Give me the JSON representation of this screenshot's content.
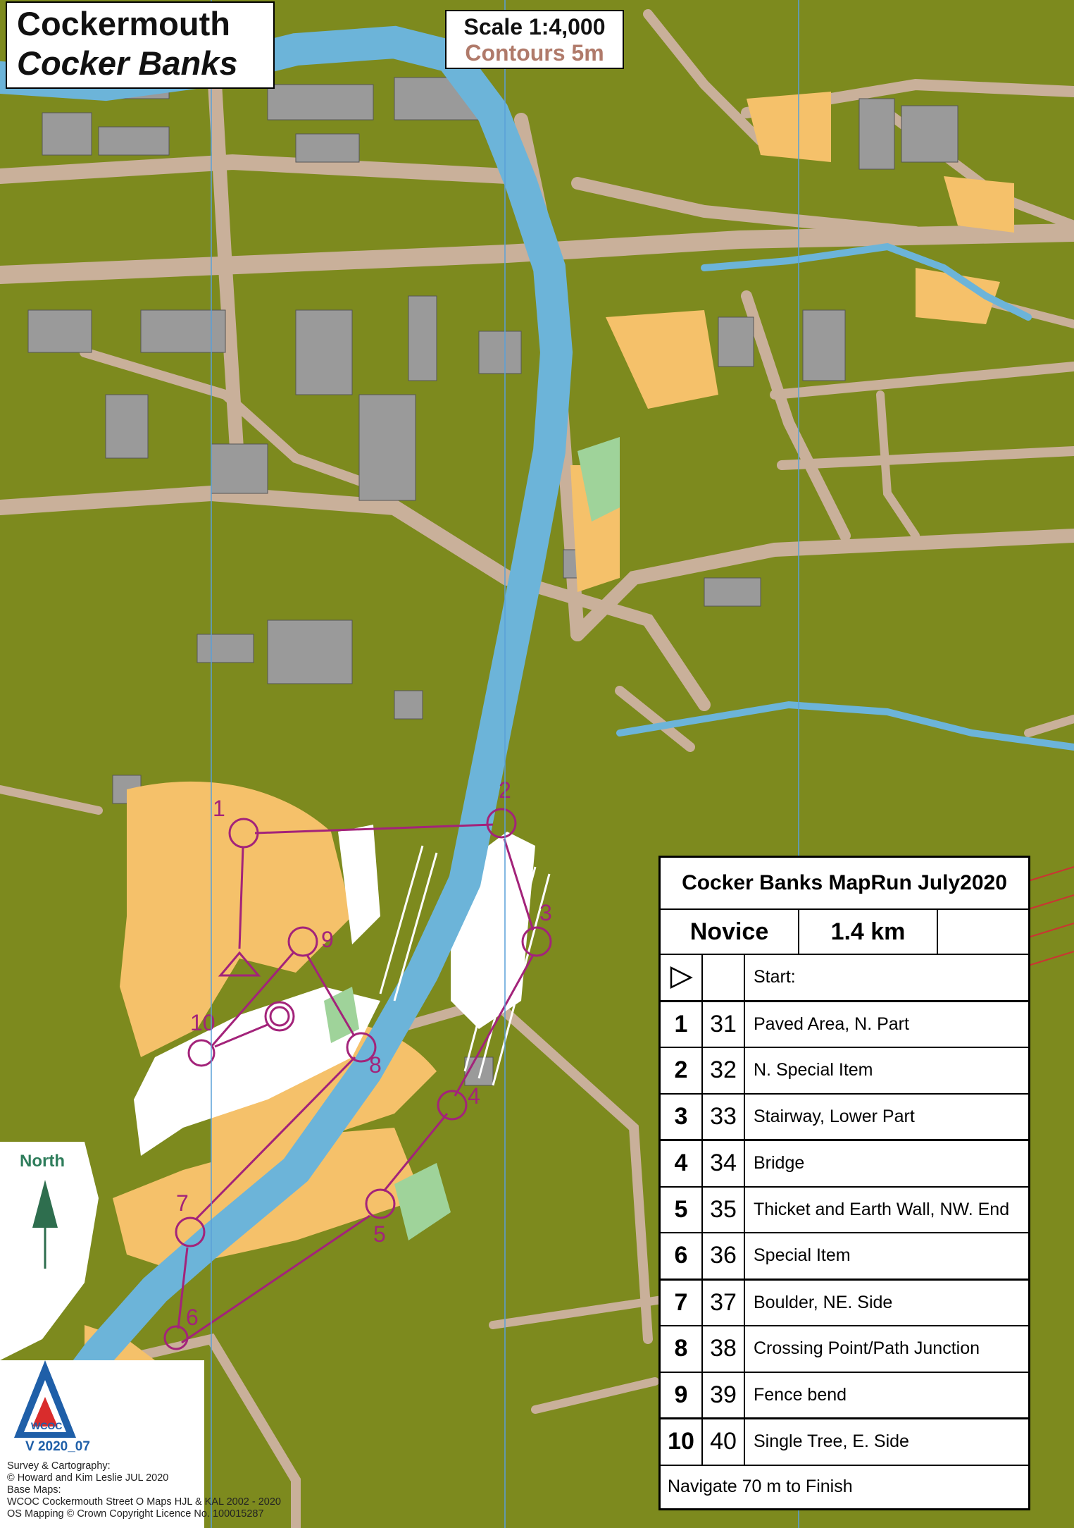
{
  "title": {
    "line1": "Cockermouth",
    "line2": "Cocker Banks"
  },
  "scale": {
    "scale_label": "Scale 1:4,000",
    "contours_label": "Contours 5m"
  },
  "north_label": "North",
  "club": {
    "logo_text": "WCOC",
    "version": "V 2020_07"
  },
  "credits": [
    "Survey & Cartography:",
    "© Howard and Kim Leslie JUL 2020",
    "Base Maps:",
    "WCOC Cockermouth Street O Maps HJL & KAL 2002 - 2020",
    "OS Mapping © Crown Copyright Licence No. 100015287"
  ],
  "course": {
    "event": "Cocker Banks MapRun July2020",
    "name": "Novice",
    "length": "1.4 km",
    "start_label": "Start:",
    "controls": [
      {
        "n": "1",
        "code": "31",
        "desc": "Paved Area, N. Part"
      },
      {
        "n": "2",
        "code": "32",
        "desc": "N. Special Item"
      },
      {
        "n": "3",
        "code": "33",
        "desc": "Stairway, Lower Part"
      },
      {
        "n": "4",
        "code": "34",
        "desc": "Bridge"
      },
      {
        "n": "5",
        "code": "35",
        "desc": "Thicket and Earth Wall, NW. End"
      },
      {
        "n": "6",
        "code": "36",
        "desc": "Special Item"
      },
      {
        "n": "7",
        "code": "37",
        "desc": "Boulder, NE. Side"
      },
      {
        "n": "8",
        "code": "38",
        "desc": "Crossing Point/Path Junction"
      },
      {
        "n": "9",
        "code": "39",
        "desc": "Fence bend"
      },
      {
        "n": "10",
        "code": "40",
        "desc": "Single Tree, E. Side"
      }
    ],
    "finish_label": "Navigate 70 m to Finish"
  },
  "colors": {
    "olive": "#7d8a1e",
    "road": "#c9b09a",
    "building": "#9a9a9a",
    "water": "#6cb4d9",
    "open": "#f5c16a",
    "course": "#a3237a"
  }
}
